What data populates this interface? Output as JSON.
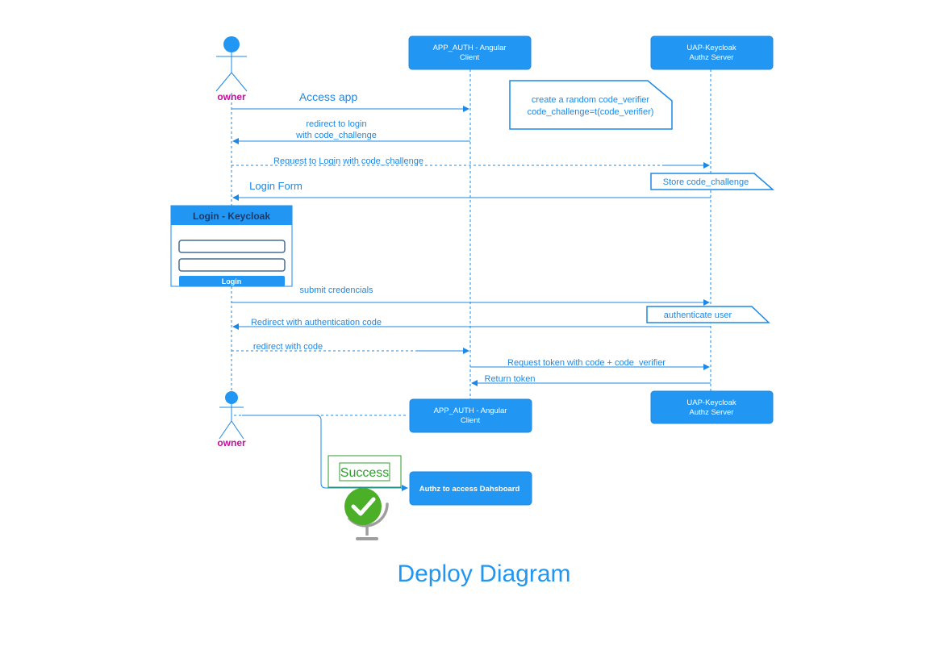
{
  "participants": {
    "owner_top": "owner",
    "owner_bottom": "owner",
    "client_top": [
      "APP_AUTH - Angular",
      "Client"
    ],
    "client_bottom": [
      "APP_AUTH - Angular",
      "Client"
    ],
    "server_top": [
      "UAP-Keycloak",
      "Authz Server"
    ],
    "server_bottom": [
      "UAP-Keycloak",
      "Authz Server"
    ]
  },
  "notes": {
    "code_verifier": [
      "create a random code_verifier",
      "code_challenge=t(code_verifier)"
    ],
    "store_challenge": "Store code_challenge",
    "authenticate_user": "authenticate user"
  },
  "messages": {
    "access_app": "Access app",
    "redirect_login": [
      "redirect to login",
      "with code_challenge"
    ],
    "request_login": "Request to Login with code_challenge",
    "login_form": "Login Form",
    "submit_credentials": "submit credencials",
    "redirect_auth_code": "Redirect with authentication code",
    "redirect_with_code": "redirect with code",
    "request_token": "Request token with code + code_verifier",
    "return_token": "Return token"
  },
  "login_form": {
    "title": "Login - Keycloak",
    "button": "Login"
  },
  "result": {
    "success": "Success",
    "dashboard": "Authz to access Dahsboard"
  },
  "title": "Deploy Diagram",
  "colors": {
    "accent": "#2196f3",
    "line": "#1e88e5",
    "actor_label": "#c0129b",
    "success_green": "#2e9e2e",
    "check_green": "#4caf28"
  }
}
